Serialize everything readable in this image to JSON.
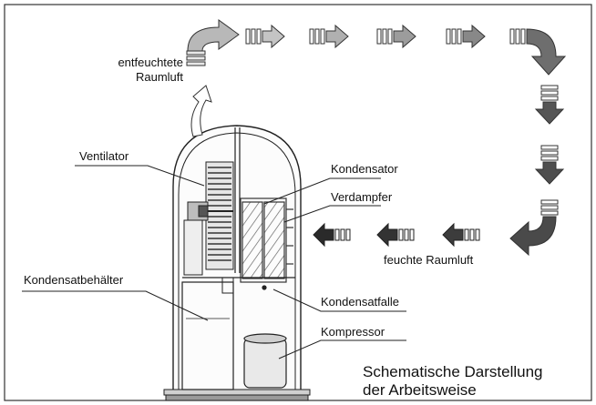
{
  "labels": {
    "dehumidified_air_1": "entfeuchtete",
    "dehumidified_air_2": "Raumluft",
    "fan": "Ventilator",
    "condenser": "Kondensator",
    "evaporator": "Verdampfer",
    "humid_air": "feuchte Raumluft",
    "condensate_tank": "Kondensatbehälter",
    "condensate_trap": "Kondensatfalle",
    "compressor": "Kompressor"
  },
  "caption": {
    "line1": "Schematische Darstellung",
    "line2": "der Arbeitsweise"
  },
  "colors": {
    "dry_air": "#b8b8b8",
    "humid_air": "#404040",
    "transition_air": "#7a7a7a",
    "line": "#222222"
  }
}
